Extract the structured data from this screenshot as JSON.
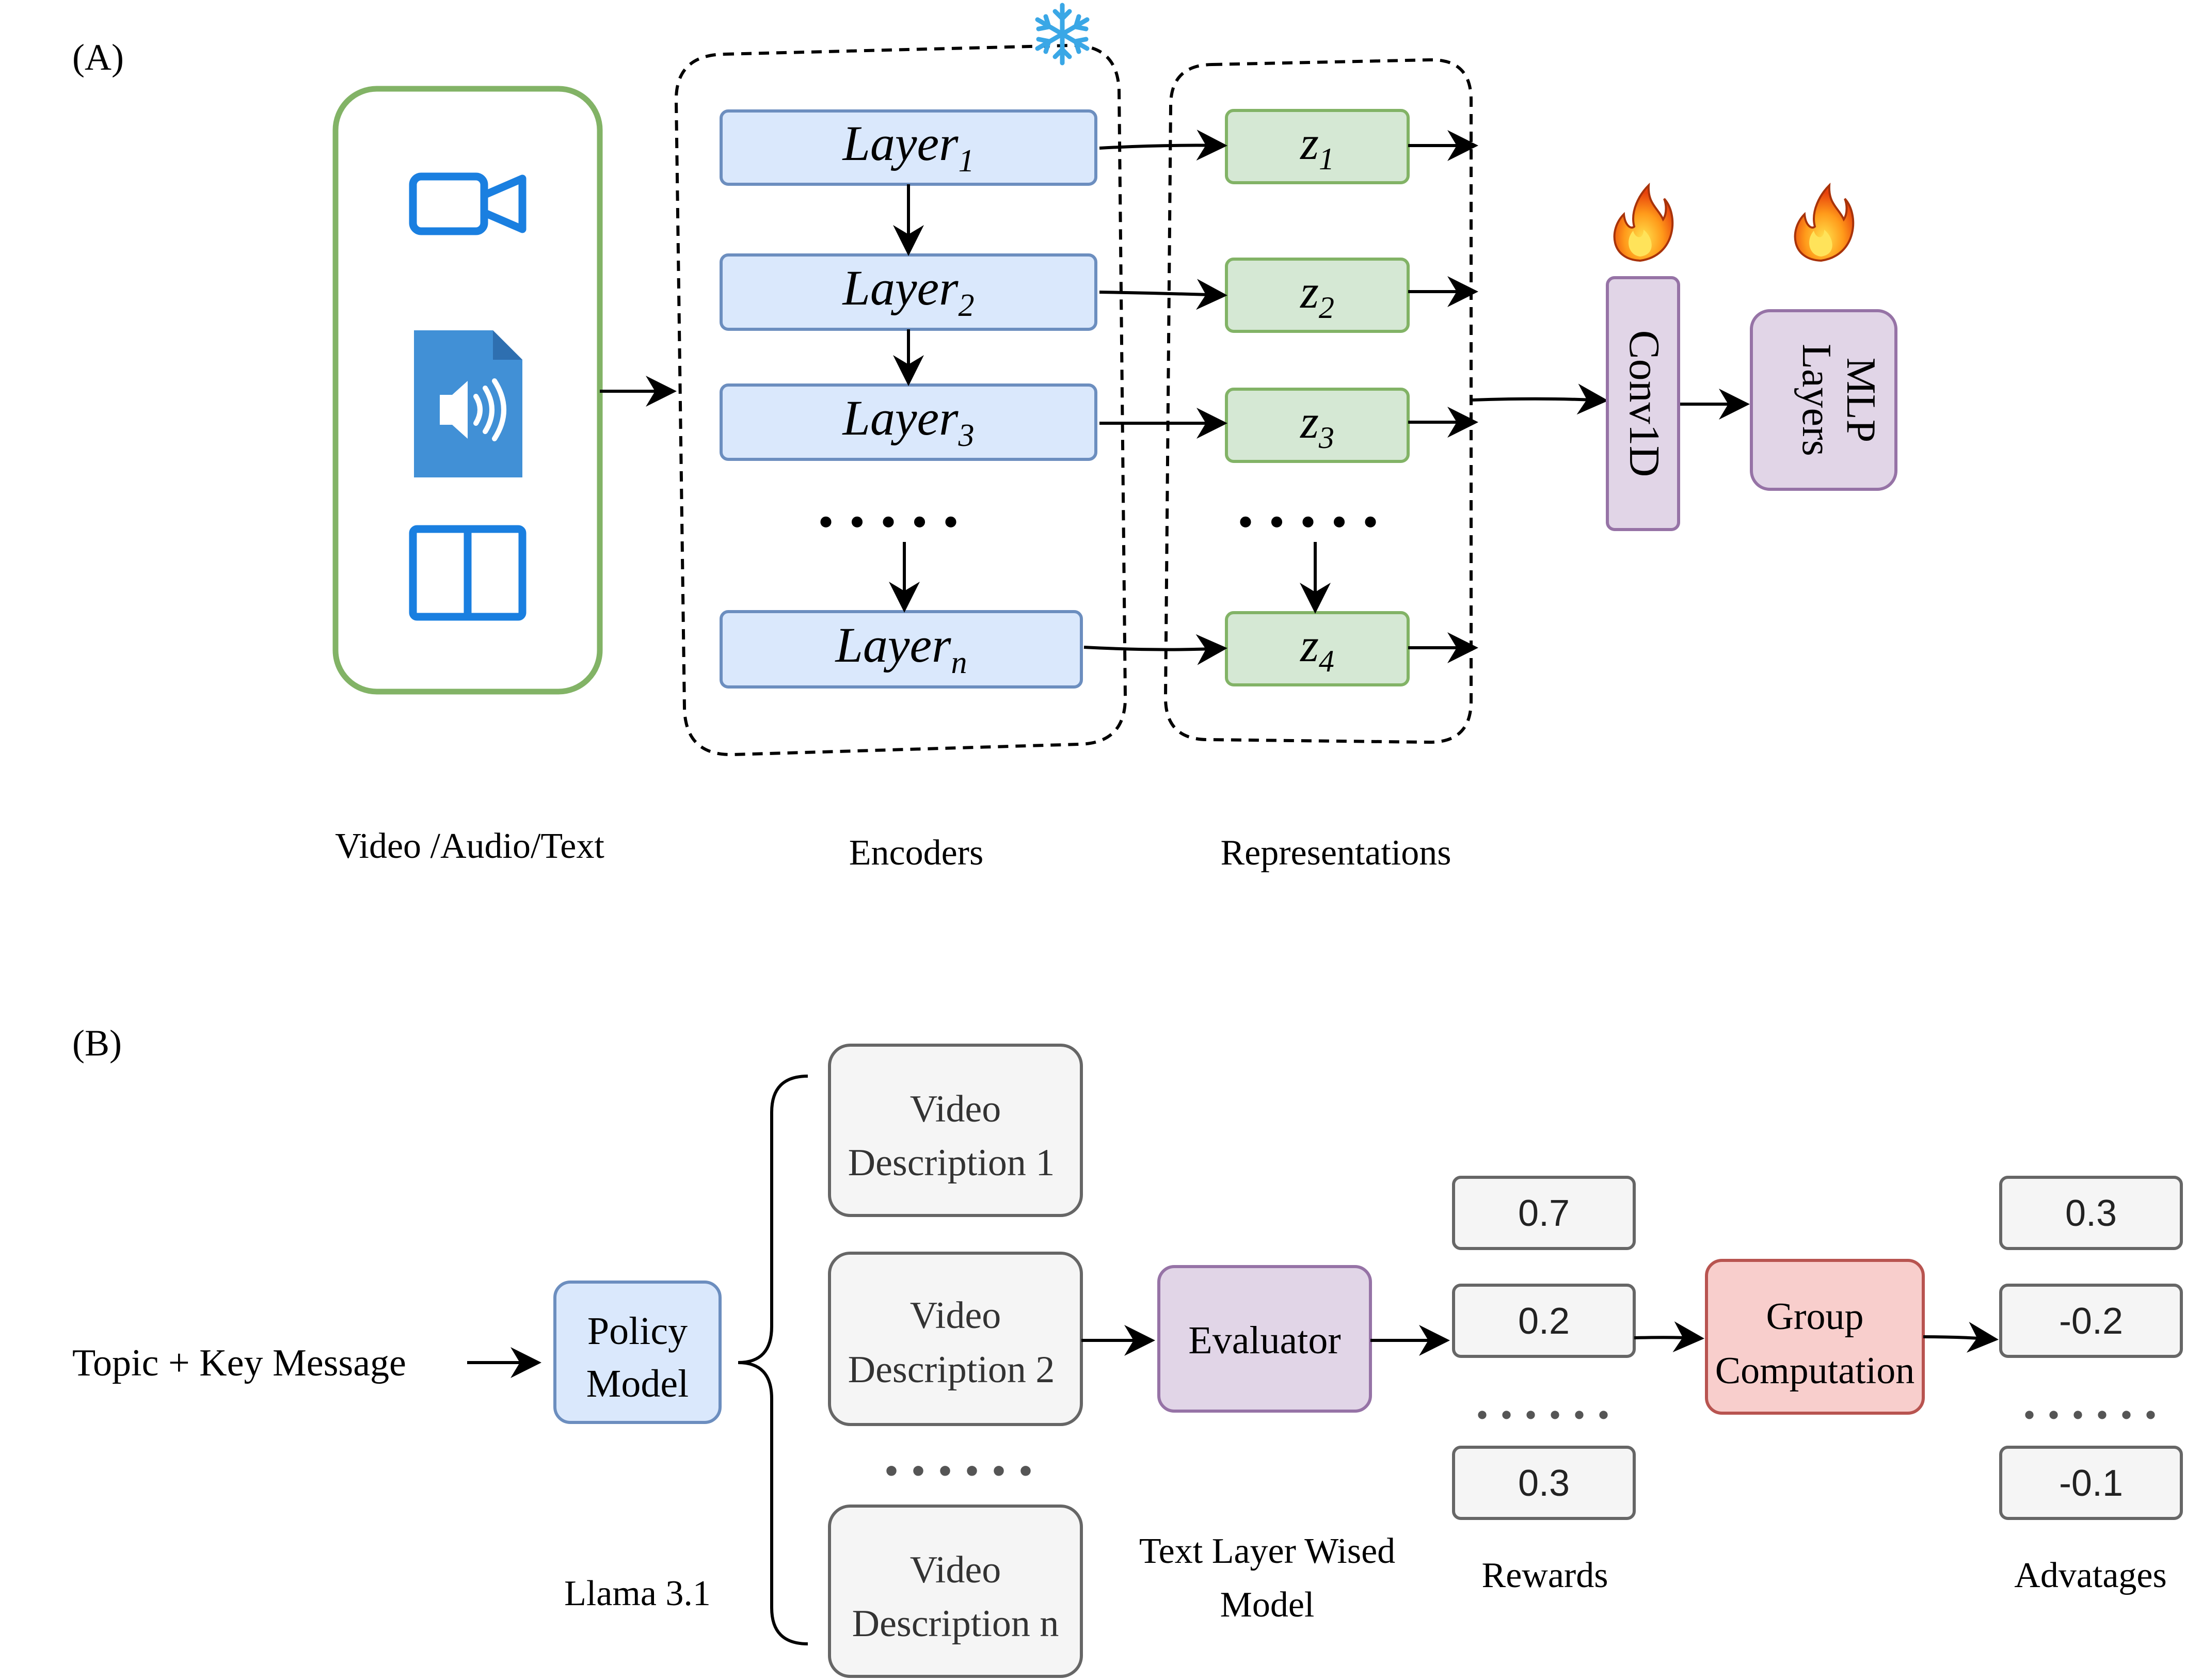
{
  "panel_a": {
    "label": "(A)",
    "input_caption": "Video /Audio/Text",
    "encoders_caption": "Encoders",
    "representations_caption": "Representations",
    "layers": [
      {
        "base": "Layer",
        "sub": "1"
      },
      {
        "base": "Layer",
        "sub": "2"
      },
      {
        "base": "Layer",
        "sub": "3"
      },
      {
        "base": "Layer",
        "sub": "n"
      }
    ],
    "reps": [
      {
        "base": "z",
        "sub": "1"
      },
      {
        "base": "z",
        "sub": "2"
      },
      {
        "base": "z",
        "sub": "3"
      },
      {
        "base": "z",
        "sub": "4"
      }
    ],
    "dots": ".....",
    "conv_label": "Conv1D",
    "mlp_line1": "MLP",
    "mlp_line2": "Layers",
    "icons": [
      "video-camera-icon",
      "audio-file-icon",
      "book-icon",
      "snowflake-icon",
      "fire-icon"
    ]
  },
  "panel_b": {
    "label": "(B)",
    "input_text": "Topic + Key Message",
    "policy_line1": "Policy",
    "policy_line2": "Model",
    "policy_caption": "Llama 3.1",
    "descriptions": [
      {
        "line1": "Video",
        "line2": "Description 1"
      },
      {
        "line1": "Video",
        "line2": "Description 2"
      },
      {
        "line1": "Video",
        "line2": "Description n"
      }
    ],
    "dots": "......",
    "evaluator": "Evaluator",
    "evaluator_caption_line1": "Text Layer Wised",
    "evaluator_caption_line2": "Model",
    "rewards": [
      "0.7",
      "0.2",
      "0.3"
    ],
    "rewards_caption": "Rewards",
    "group_line1": "Group",
    "group_line2": "Computation",
    "advantages": [
      "0.3",
      "-0.2",
      "-0.1"
    ],
    "advantages_caption": "Advatages"
  },
  "colors": {
    "layer_fill": "#dae8fc",
    "layer_stroke": "#6c8ebf",
    "rep_fill": "#d5e8d4",
    "rep_stroke": "#82b366",
    "purple_fill": "#e1d5e7",
    "purple_stroke": "#9673a6",
    "gray_fill": "#f5f5f5",
    "gray_stroke": "#666666",
    "red_fill": "#f8cecc",
    "red_stroke": "#b85450",
    "input_stroke": "#82b366",
    "icon_blue": "#1a7fe0",
    "audio_blue": "#4190d6"
  }
}
